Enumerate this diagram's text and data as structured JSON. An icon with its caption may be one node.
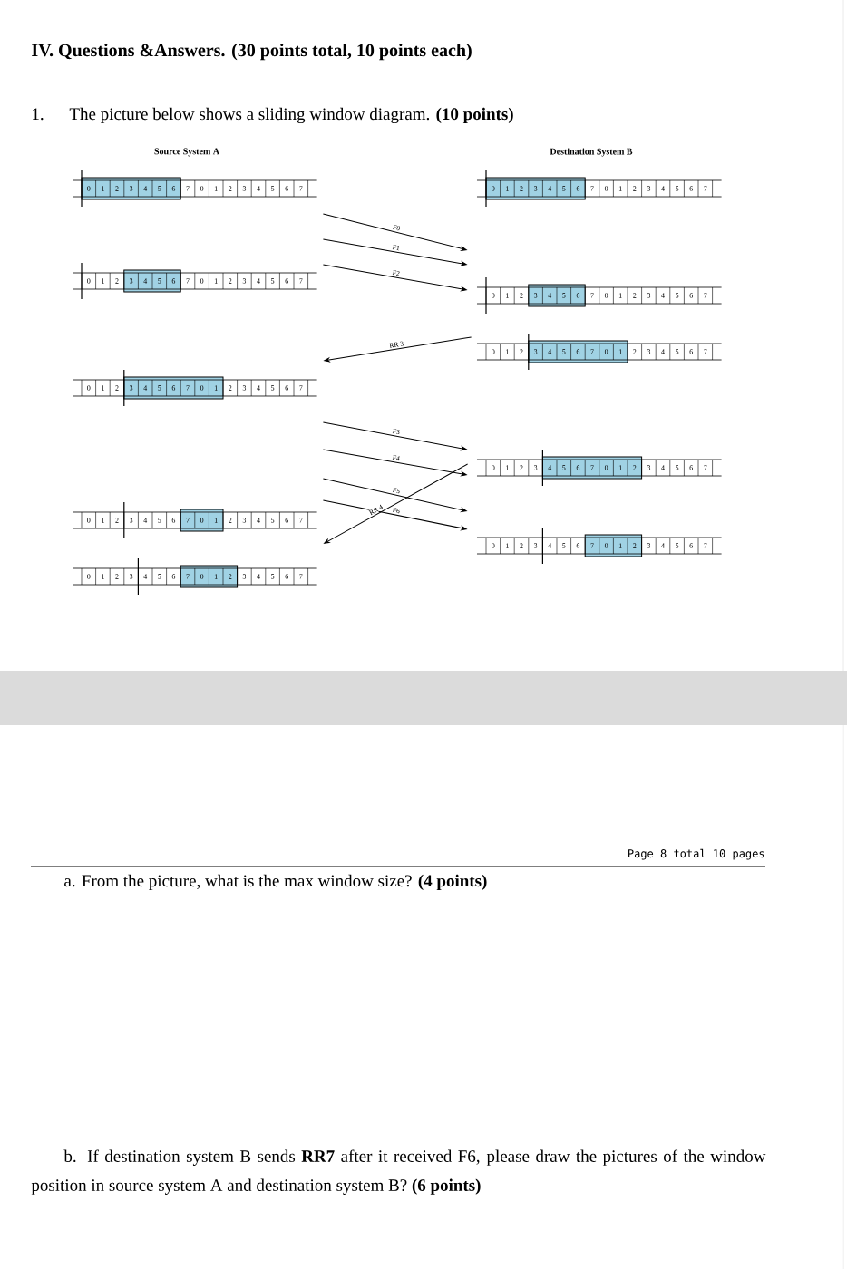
{
  "diagram": {
    "title": "IV. Questions &Answers. (30 points total, 10 points each)",
    "nodes": [
      {
        "text": [
          "0",
          "1",
          "2",
          "3",
          "4",
          "5",
          "6",
          "7",
          "0",
          "1",
          "2",
          "3",
          "4",
          "5",
          "6",
          "7"
        ]
      },
      {
        "text": [
          "0",
          "1",
          "2",
          "3",
          "4",
          "5",
          "6",
          "7",
          "0",
          "1",
          "2",
          "3",
          "4",
          "5",
          "6",
          "7"
        ]
      },
      {
        "text": [
          "0",
          "1",
          "2",
          "3",
          "4",
          "5",
          "6",
          "7",
          "0",
          "1",
          "2",
          "3",
          "4",
          "5",
          "6",
          "7"
        ]
      },
      {
        "text": [
          "0",
          "1",
          "2",
          "3",
          "4",
          "5",
          "6",
          "7",
          "0",
          "1",
          "2",
          "3",
          "4",
          "5",
          "6",
          "7"
        ]
      },
      {
        "text": [
          "0",
          "1",
          "2",
          "3",
          "4",
          "5",
          "6",
          "7",
          "0",
          "1",
          "2",
          "3",
          "4",
          "5",
          "6",
          "7"
        ]
      },
      {
        "text": [
          "0",
          "1",
          "2",
          "3",
          "4",
          "5",
          "6",
          "7",
          "0",
          "1",
          "2",
          "3",
          "4",
          "5",
          "6",
          "7"
        ]
      },
      {
        "text": [
          "0",
          "1",
          "2",
          "3",
          "4",
          "5",
          "6",
          "7",
          "0",
          "1",
          "2",
          "3",
          "4",
          "5",
          "6",
          "7"
        ]
      },
      {
        "text": [
          "0",
          "1",
          "2",
          "3",
          "4",
          "5",
          "6",
          "7",
          "0",
          "1",
          "2",
          "3",
          "4",
          "5",
          "6",
          "7"
        ]
      },
      {
        "text": [
          "0",
          "1",
          "2",
          "3",
          "4",
          "5",
          "6",
          "7",
          "0",
          "1",
          "2",
          "3",
          "4",
          "5",
          "6",
          "7"
        ]
      },
      {
        "text": [
          "0",
          "1",
          "2",
          "3",
          "4",
          "5",
          "6",
          "7",
          "0",
          "1",
          "2",
          "3",
          "4",
          "5",
          "6",
          "7"
        ]
      }
    ],
    "edges": [
      {
        "from": 0,
        "to": 3,
        "arrow": "to",
        "label": "F0"
      },
      {
        "from": 2,
        "to": 3,
        "arrow": "to",
        "label": "F1"
      },
      {
        "from": 2,
        "to": 3,
        "arrow": "to",
        "label": "F2"
      },
      {
        "from": 4,
        "to": 5,
        "arrow": "to",
        "label": "RR 3"
      },
      {
        "from": 5,
        "to": 6,
        "arrow": "to",
        "label": "F3"
      },
      {
        "from": 5,
        "to": 6,
        "arrow": "to",
        "label": "F4"
      },
      {
        "from": 7,
        "to": 8,
        "arrow": "to",
        "label": "F5"
      },
      {
        "from": 7,
        "to": 8,
        "arrow": "to",
        "label": "F6"
      },
      {
        "from": 6,
        "to": 9,
        "arrow": "to",
        "label": "RR 4"
      }
    ],
    "labels": [
      "1.",
      "The picture below shows a sliding window diagram. **(10 points)**",
      "Source System A",
      "Destination System B",
      "Page 8 total 10 pages",
      "a. From the picture, what is the max window size? **(4 points)**",
      "b. If destination system B sends **RR7** after it received F6, please draw the pictures of the window position in source system A and destination system B? **(6 points)**"
    ]
  }
}
